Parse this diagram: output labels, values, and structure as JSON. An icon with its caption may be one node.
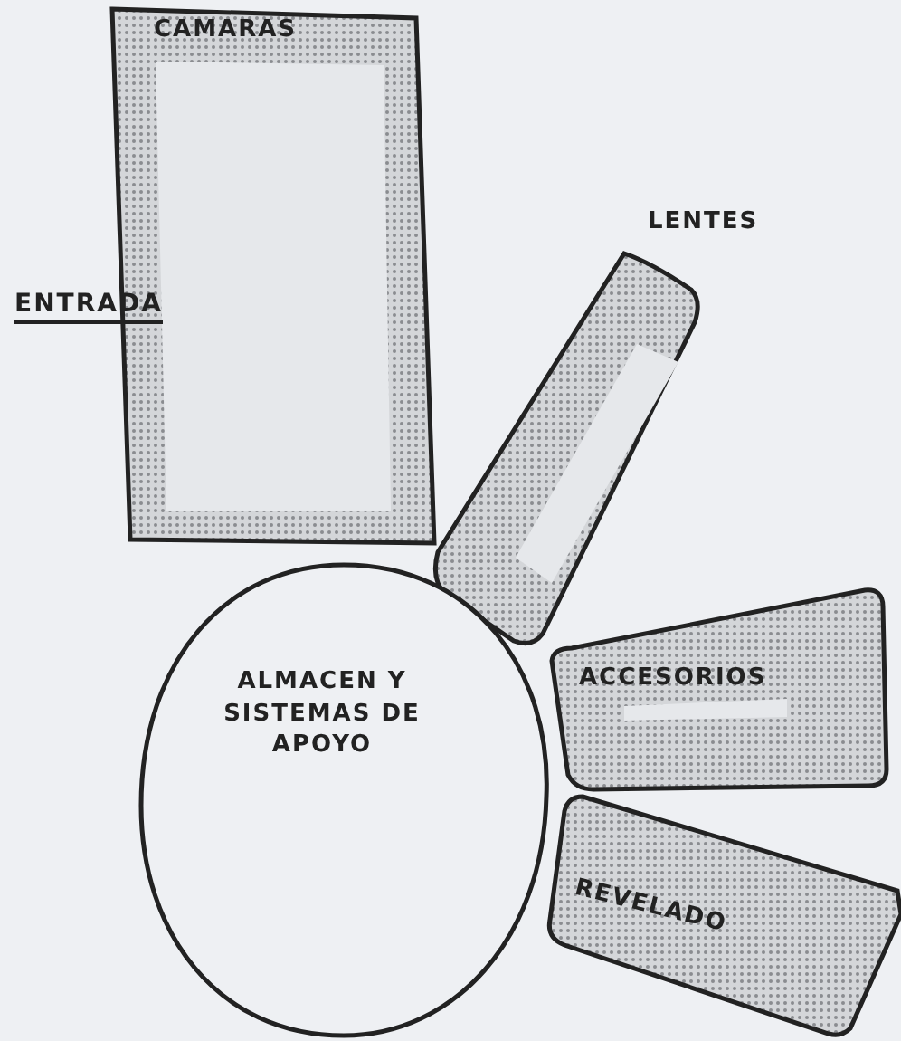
{
  "diagram": {
    "nodes": [
      {
        "text": [
          "CAMARAS"
        ]
      },
      {
        "text": [
          "LENTES"
        ]
      },
      {
        "text": [
          "ALMACEN Y SISTEMAS DE APOYO"
        ]
      },
      {
        "text": [
          "ACCESORIOS"
        ]
      },
      {
        "text": [
          "REVELADO"
        ]
      }
    ],
    "labels": [
      "ENTRADA"
    ]
  }
}
